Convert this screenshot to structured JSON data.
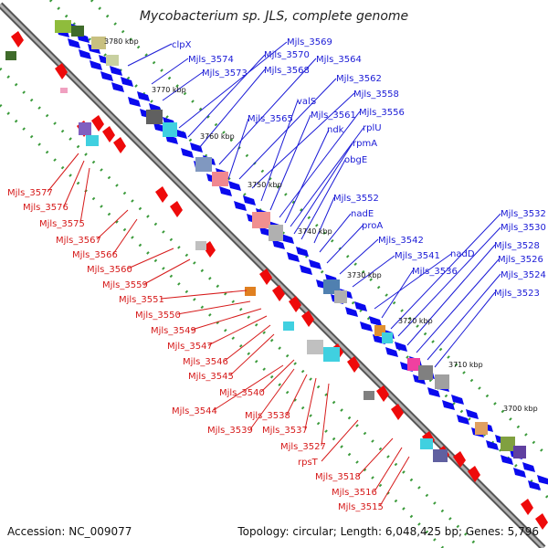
{
  "title": "Mycobacterium sp. JLS, complete genome",
  "footer": {
    "accession": "Accession: NC_009077",
    "summary": "Topology: circular; Length: 6,048,425 bp; Genes: 5,796"
  },
  "colors": {
    "backbone": "#7f7f7f",
    "forward_label": "#1a1ad6",
    "reverse_label": "#d61a1a",
    "gene_forward": "#0a0aee",
    "gene_reverse": "#ee0a0a",
    "tick": "#3a9a3a"
  },
  "kbp_markers": [
    "3780 kbp",
    "3770 kbp",
    "3760 kbp",
    "3750 kbp",
    "3740 kbp",
    "3730 kbp",
    "3720 kbp",
    "3710 kbp",
    "3700 kbp"
  ],
  "forward_labels": [
    "clpX",
    "Mjls_3574",
    "Mjls_3573",
    "Mjls_3569",
    "Mjls_3570",
    "Mjls_3568",
    "Mjls_3564",
    "Mjls_3562",
    "Mjls_3558",
    "Mjls_3565",
    "valS",
    "Mjls_3561",
    "Mjls_3556",
    "ndk",
    "rplU",
    "rpmA",
    "obgE",
    "Mjls_3552",
    "nadE",
    "proA",
    "Mjls_3542",
    "Mjls_3541",
    "nadD",
    "Mjls_3536",
    "Mjls_3532",
    "Mjls_3530",
    "Mjls_3528",
    "Mjls_3526",
    "Mjls_3524",
    "Mjls_3523"
  ],
  "reverse_labels": [
    "Mjls_3577",
    "Mjls_3576",
    "Mjls_3575",
    "Mjls_3567",
    "Mjls_3566",
    "Mjls_3560",
    "Mjls_3559",
    "Mjls_3551",
    "Mjls_3550",
    "Mjls_3549",
    "Mjls_3547",
    "Mjls_3546",
    "Mjls_3545",
    "Mjls_3540",
    "Mjls_3544",
    "Mjls_3538",
    "Mjls_3539",
    "Mjls_3537",
    "Mjls_3527",
    "rpsT",
    "Mjls_3518",
    "Mjls_3516",
    "Mjls_3515"
  ]
}
